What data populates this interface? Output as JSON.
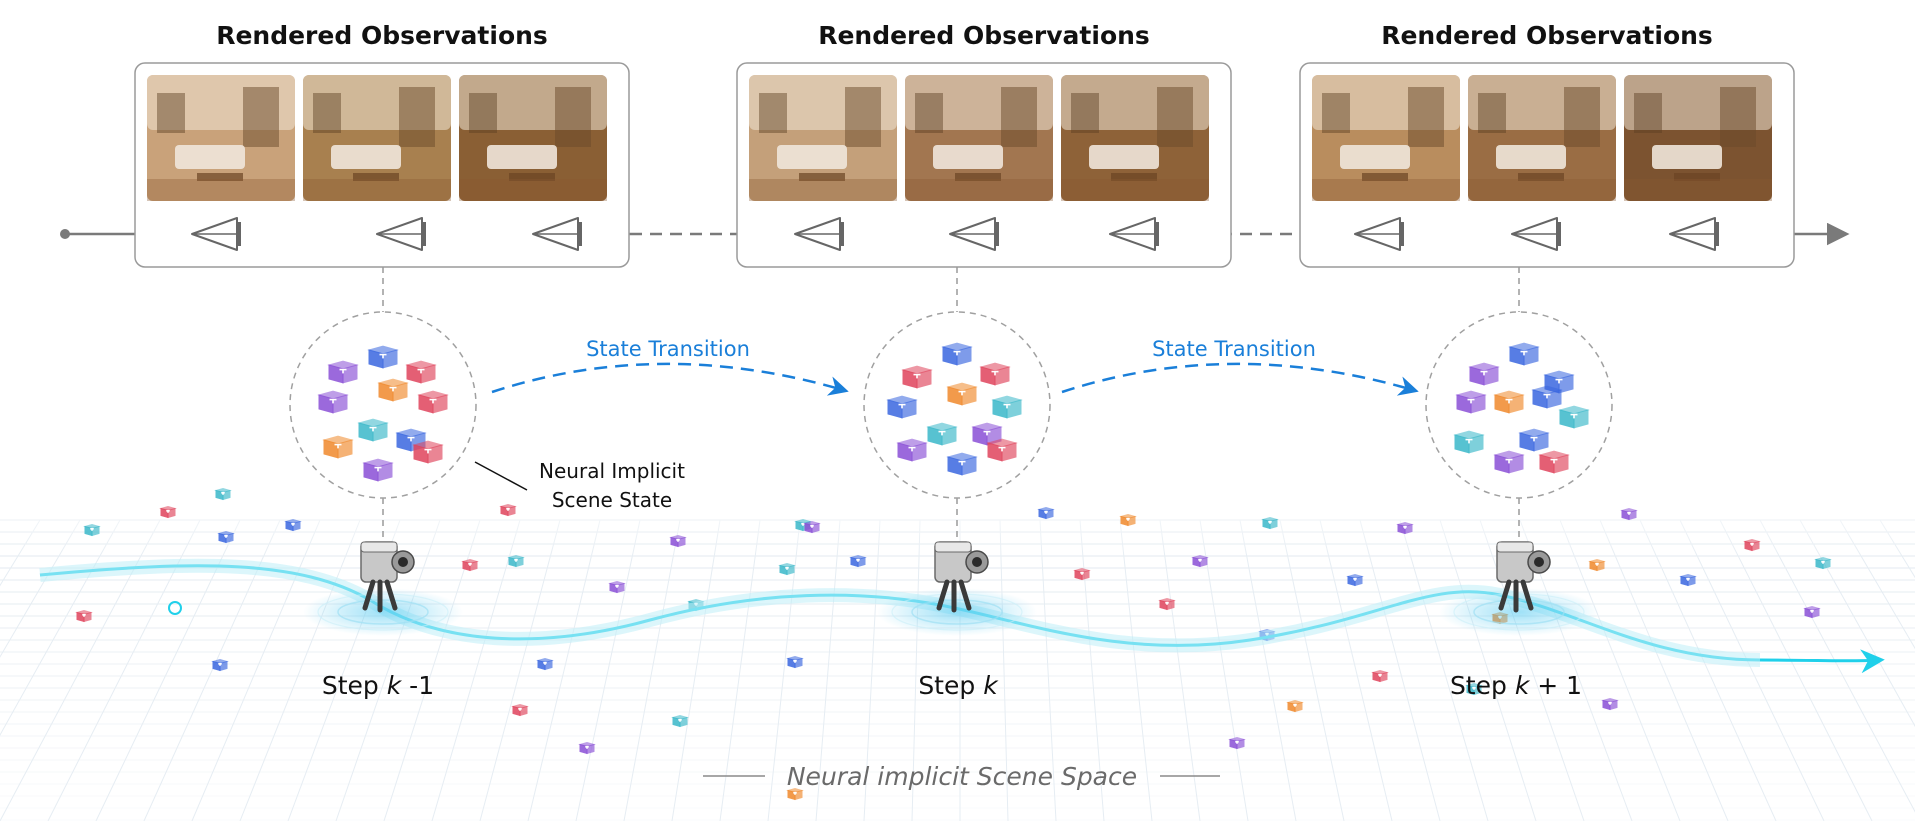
{
  "panels": [
    {
      "title": "Rendered Observations",
      "photo_tones": [
        "#c9a27a",
        "#a8804f",
        "#8a5f34"
      ]
    },
    {
      "title": "Rendered Observations",
      "photo_tones": [
        "#c4a07a",
        "#a27650",
        "#8e6238"
      ]
    },
    {
      "title": "Rendered Observations",
      "photo_tones": [
        "#b98d5e",
        "#9a6d44",
        "#7c5330"
      ]
    }
  ],
  "transitions": [
    {
      "label": "State Transition"
    },
    {
      "label": "State Transition"
    }
  ],
  "steps": [
    {
      "prefix": "Step ",
      "var": "k",
      "suffix": " -1"
    },
    {
      "prefix": "Step ",
      "var": "k",
      "suffix": ""
    },
    {
      "prefix": "Step ",
      "var": "k",
      "suffix": " + 1"
    }
  ],
  "annotation": {
    "line1": "Neural Implicit",
    "line2": "Scene State"
  },
  "space_label": "Neural implicit Scene Space",
  "colors": {
    "trajectory": "#20d0ea",
    "transition": "#1a7fd9",
    "timeline": "#7a7a7a",
    "cubes": [
      "#3a67e0",
      "#8a4fd6",
      "#e0445c",
      "#f0892c",
      "#3ab8c9"
    ]
  }
}
